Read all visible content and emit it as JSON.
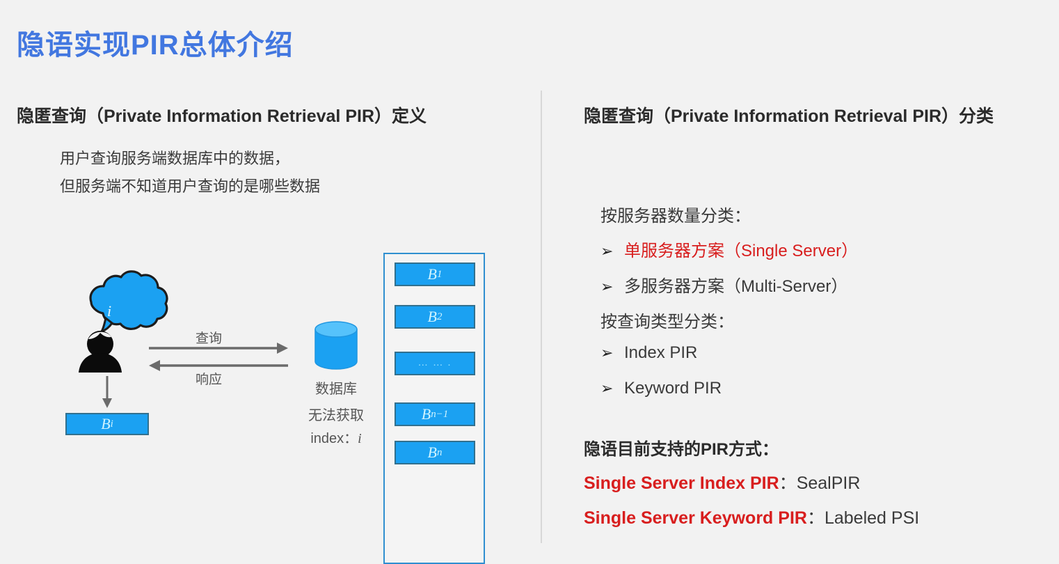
{
  "slide": {
    "title": "隐语实现PIR总体介绍",
    "title_color": "#4277e0",
    "background_color": "#f2f2f2",
    "accent_red": "#d81e1e",
    "accent_blue": "#1ba1f2"
  },
  "left": {
    "heading": "隐匿查询（Private Information Retrieval PIR）定义",
    "definition_line1": "用户查询服务端数据库中的数据，",
    "definition_line2": "但服务端不知道用户查询的是哪些数据",
    "diagram": {
      "thought_bubble_value": "i",
      "arrow_query_label": "查询",
      "arrow_response_label": "响应",
      "client_result_block": "B",
      "client_result_sub": "i",
      "database_label": "数据库",
      "database_note_line1": "无法获取",
      "database_note_line2_prefix": "index：",
      "database_note_line2_value": "i",
      "blocks": [
        {
          "base": "B",
          "sub": "1"
        },
        {
          "base": "B",
          "sub": "2"
        },
        {
          "base": "… … .",
          "sub": ""
        },
        {
          "base": "B",
          "sub": "n−1"
        },
        {
          "base": "B",
          "sub": "n"
        }
      ]
    }
  },
  "right": {
    "heading": "隐匿查询（Private Information Retrieval PIR）分类",
    "group_by_server_title": "按服务器数量分类：",
    "server_items": [
      {
        "bullet": "➢",
        "text": "单服务器方案（Single Server）",
        "highlight": true
      },
      {
        "bullet": "➢",
        "text": "多服务器方案（Multi-Server）",
        "highlight": false
      }
    ],
    "group_by_querytype_title": "按查询类型分类：",
    "querytype_items": [
      {
        "bullet": "➢",
        "text": "Index PIR",
        "highlight": false
      },
      {
        "bullet": "➢",
        "text": "Keyword PIR",
        "highlight": false
      }
    ],
    "supported_title": "隐语目前支持的PIR方式：",
    "supported": [
      {
        "key": "Single Server Index PIR",
        "sep": "：",
        "value": "SealPIR"
      },
      {
        "key": "Single Server Keyword PIR",
        "sep": "：",
        "value": "Labeled PSI"
      }
    ]
  }
}
